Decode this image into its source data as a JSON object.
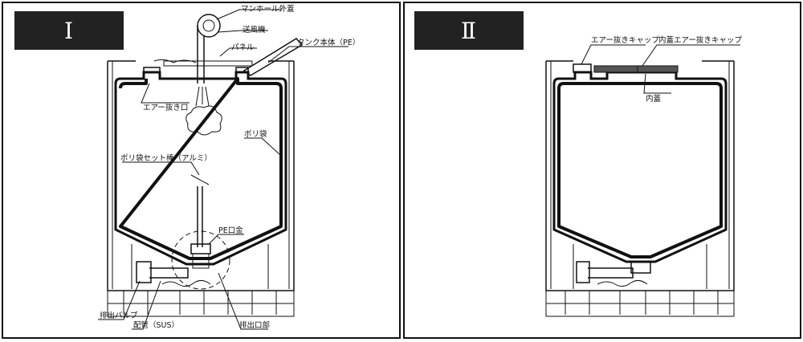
{
  "panel1": {
    "badge": "Ⅰ",
    "labels": {
      "manhole_cover": "マンホール外蓋",
      "blower": "送風機",
      "panel": "パネル",
      "tank_body": "タンク本体（PE）",
      "air_vent": "エアー抜き口",
      "poly_bag": "ポリ袋",
      "bag_rod": "ポリ袋セット棒（アルミ）",
      "pe_fitting": "PE口金",
      "drain_valve": "排出バルブ",
      "piping": "配管（SUS）",
      "drain_outlet": "排出口部"
    }
  },
  "panel2": {
    "badge": "Ⅱ",
    "labels": {
      "air_cap": "エアー抜きキャップ",
      "inner_cap": "内蓋エアー抜きキャップ",
      "inner_lid": "内蓋"
    }
  }
}
